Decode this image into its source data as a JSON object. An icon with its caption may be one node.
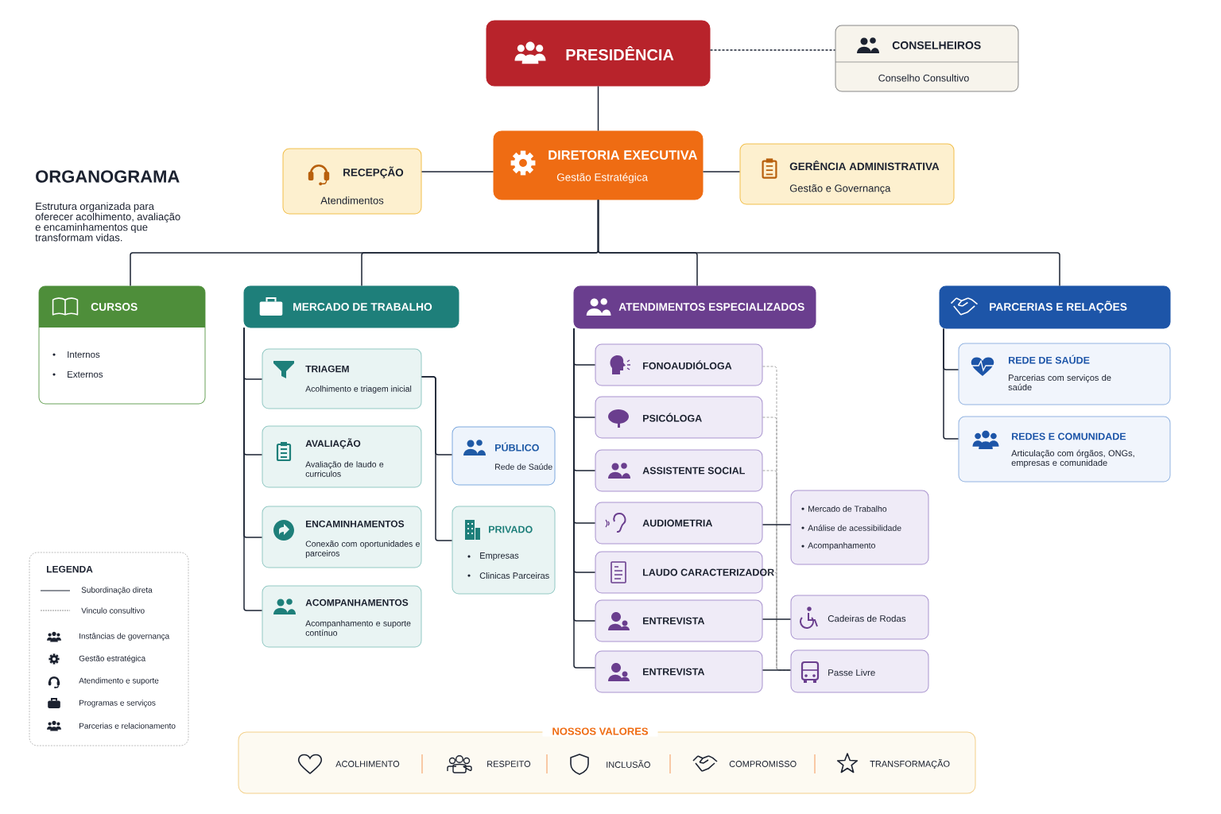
{
  "diagram": {
    "title": "ORGANOGRAMA",
    "nodes": [
      {
        "text": [
          "PRESIDÊNCIA"
        ]
      },
      {
        "text": [
          "CONSELHEIROS",
          "Conselho Consultivo"
        ]
      },
      {
        "text": [
          "RECEPÇÃO",
          "Atendimentos"
        ]
      },
      {
        "text": [
          "DIRETORIA EXECUTIVA",
          "Gestão Estratégica"
        ]
      },
      {
        "text": [
          "GERÊNCIA ADMINISTRATIVA",
          "Gestão e Governança"
        ]
      },
      {
        "text": [
          "CURSOS",
          "Internos",
          "Externos"
        ]
      },
      {
        "text": [
          "MERCADO DE TRABALHO"
        ]
      },
      {
        "text": [
          "TRIAGEM",
          "Acolhimento e triagem inicial"
        ]
      },
      {
        "text": [
          "AVALIAÇÃO",
          "Avaliação de laudo e curriculos"
        ]
      },
      {
        "text": [
          "ENCAMINHAMENTOS",
          "Conexão com oportunidades e parceiros"
        ]
      },
      {
        "text": [
          "ACOMPANHAMENTOS",
          "Acompanhamento e suporte contínuo"
        ]
      },
      {
        "text": [
          "PÚBLICO",
          "Rede de Saúde"
        ]
      },
      {
        "text": [
          "PRIVADO",
          "Empresas",
          "Clinicas Parceiras"
        ]
      },
      {
        "text": [
          "ATENDIMENTOS ESPECIALIZADOS"
        ]
      },
      {
        "text": [
          "FONOAUDIÓLOGA"
        ]
      },
      {
        "text": [
          "PSICÓLOGA"
        ]
      },
      {
        "text": [
          "ASSISTENTE SOCIAL"
        ]
      },
      {
        "text": [
          "AUDIOMETRIA"
        ]
      },
      {
        "text": [
          "LAUDO CARACTERIZADOR"
        ]
      },
      {
        "text": [
          "ENTREVISTA"
        ]
      },
      {
        "text": [
          "ENTREVISTA"
        ]
      },
      {
        "text": [
          "Mercado de Trabalho",
          "Análise de acessibilidade",
          "Acompanhamento"
        ]
      },
      {
        "text": [
          "Cadeiras de Rodas"
        ]
      },
      {
        "text": [
          "Passe Livre"
        ]
      },
      {
        "text": [
          "PARCERIAS E RELAÇÕES"
        ]
      },
      {
        "text": [
          "REDE DE SAÚDE",
          "Parcerias com serviços de saúde"
        ]
      },
      {
        "text": [
          "REDES E COMUNIDADE",
          "Articulação com órgãos, ONGs, empresas e comunidade"
        ]
      },
      {
        "text": [
          "NOSSOS VALORES",
          "ACOLHIMENTO",
          "RESPEITO",
          "INCLUSÃO",
          "COMPROMISSO",
          "TRANSFORMAÇÃO"
        ]
      }
    ],
    "edges": [
      {
        "from": 0,
        "to": 1,
        "arrow": "none",
        "style": "dashed"
      },
      {
        "from": 0,
        "to": 3,
        "arrow": "none"
      },
      {
        "from": 3,
        "to": 2,
        "arrow": "none"
      },
      {
        "from": 3,
        "to": 4,
        "arrow": "none"
      },
      {
        "from": 3,
        "to": 5,
        "arrow": "none"
      },
      {
        "from": 3,
        "to": 6,
        "arrow": "none"
      },
      {
        "from": 3,
        "to": 13,
        "arrow": "none"
      },
      {
        "from": 3,
        "to": 24,
        "arrow": "none"
      },
      {
        "from": 6,
        "to": 7,
        "arrow": "none"
      },
      {
        "from": 6,
        "to": 8,
        "arrow": "none"
      },
      {
        "from": 6,
        "to": 9,
        "arrow": "none"
      },
      {
        "from": 6,
        "to": 10,
        "arrow": "none"
      },
      {
        "from": 7,
        "to": 11,
        "arrow": "none"
      },
      {
        "from": 7,
        "to": 12,
        "arrow": "none"
      },
      {
        "from": 13,
        "to": 14,
        "arrow": "none"
      },
      {
        "from": 13,
        "to": 15,
        "arrow": "none"
      },
      {
        "from": 13,
        "to": 16,
        "arrow": "none"
      },
      {
        "from": 13,
        "to": 17,
        "arrow": "none"
      },
      {
        "from": 13,
        "to": 18,
        "arrow": "none"
      },
      {
        "from": 13,
        "to": 19,
        "arrow": "none"
      },
      {
        "from": 13,
        "to": 20,
        "arrow": "none"
      },
      {
        "from": 14,
        "to": 23,
        "arrow": "none",
        "style": "dashed",
        "color": "#9a9a9a"
      },
      {
        "from": 15,
        "to": 23,
        "arrow": "none",
        "style": "dashed",
        "color": "#9a9a9a"
      },
      {
        "from": 16,
        "to": 23,
        "arrow": "none",
        "style": "dashed",
        "color": "#9a9a9a"
      },
      {
        "from": 18,
        "to": 23,
        "arrow": "none",
        "style": "dashed",
        "color": "#9a9a9a"
      },
      {
        "from": 17,
        "to": 21,
        "arrow": "none"
      },
      {
        "from": 19,
        "to": 22,
        "arrow": "none"
      },
      {
        "from": 20,
        "to": 23,
        "arrow": "none"
      },
      {
        "from": 24,
        "to": 25,
        "arrow": "none"
      },
      {
        "from": 24,
        "to": 26,
        "arrow": "none"
      }
    ],
    "labels": [
      "Estrutura organizada para oferecer acolhimento, avaliação e encaminhamentos que transformam vidas.",
      "LEGENDA"
    ],
    "legend": [
      {
        "text": "Subordinação direta"
      },
      {
        "text": "Vinculo consultivo"
      },
      {
        "text": "Instâncias de governança"
      },
      {
        "text": "Gestão estratégica"
      },
      {
        "text": "Atendimento e suporte"
      },
      {
        "text": "Programas e serviços"
      },
      {
        "text": "Parcerias e relacionamento"
      }
    ]
  }
}
